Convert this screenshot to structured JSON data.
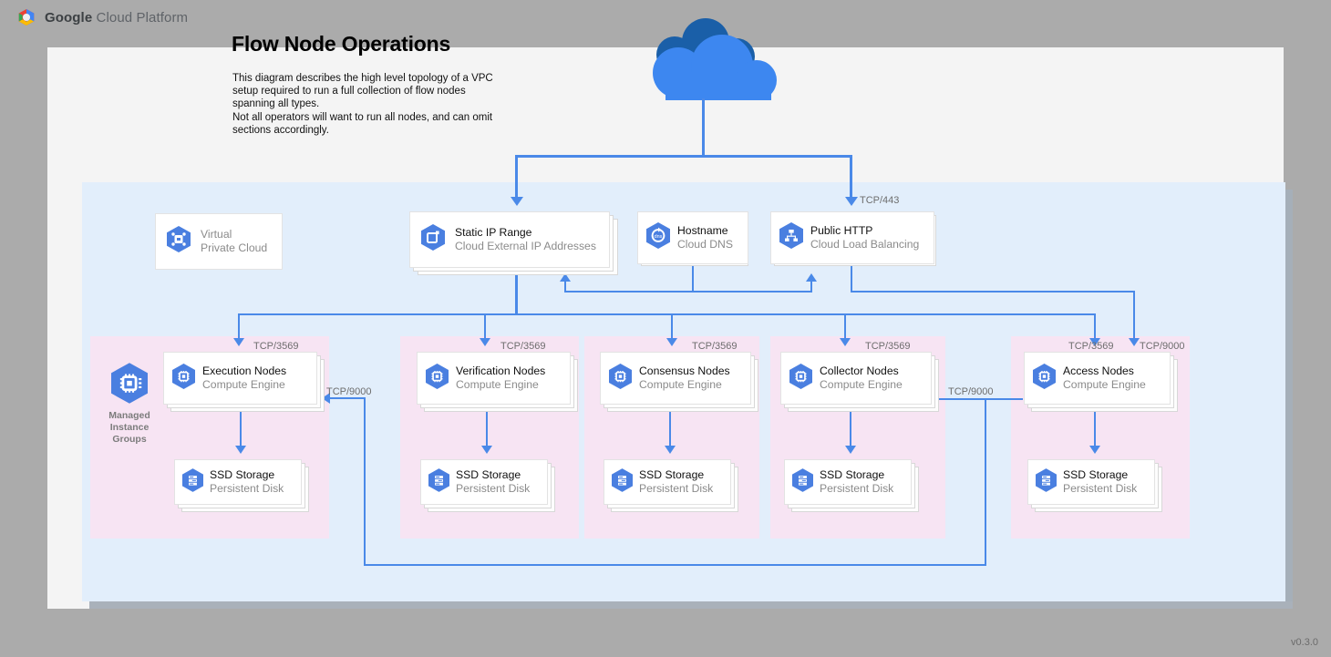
{
  "header": {
    "brand_bold": "Google",
    "brand_rest": " Cloud Platform",
    "logo_icon": "google-cloud-logo"
  },
  "title": "Flow Node Operations",
  "description": "This diagram describes the high level topology of a VPC setup required to run a full collection of flow nodes spanning all types.\nNot all operators will want to run all nodes, and can omit sections accordingly.",
  "version": "v0.3.0",
  "internet": {
    "icon": "cloud-icon",
    "label": ""
  },
  "top_nodes": [
    {
      "id": "vpc",
      "title": "Virtual",
      "subtitle": "Private Cloud",
      "icon": "virtual-private-cloud-icon",
      "muted": true
    },
    {
      "id": "static-ip",
      "title": "Static IP Range",
      "subtitle": "Cloud External IP Addresses",
      "icon": "external-ip-icon",
      "muted": false
    },
    {
      "id": "hostname",
      "title": "Hostname",
      "subtitle": "Cloud DNS",
      "icon": "cloud-dns-icon",
      "muted": false
    },
    {
      "id": "public-http",
      "title": "Public HTTP",
      "subtitle": "Cloud Load Balancing",
      "icon": "load-balancing-icon",
      "muted": false
    }
  ],
  "groups": [
    {
      "id": "execution",
      "label": "Managed\nInstance\nGroups",
      "has_label": true,
      "node": {
        "title": "Execution Nodes",
        "subtitle": "Compute Engine",
        "icon": "compute-engine-icon"
      },
      "storage": {
        "title": "SSD Storage",
        "subtitle": "Persistent Disk",
        "icon": "persistent-disk-icon"
      }
    },
    {
      "id": "verification",
      "label": "",
      "has_label": false,
      "node": {
        "title": "Verification Nodes",
        "subtitle": "Compute Engine",
        "icon": "compute-engine-icon"
      },
      "storage": {
        "title": "SSD Storage",
        "subtitle": "Persistent Disk",
        "icon": "persistent-disk-icon"
      }
    },
    {
      "id": "consensus",
      "label": "",
      "has_label": false,
      "node": {
        "title": "Consensus Nodes",
        "subtitle": "Compute Engine",
        "icon": "compute-engine-icon"
      },
      "storage": {
        "title": "SSD Storage",
        "subtitle": "Persistent Disk",
        "icon": "persistent-disk-icon"
      }
    },
    {
      "id": "collector",
      "label": "",
      "has_label": false,
      "node": {
        "title": "Collector Nodes",
        "subtitle": "Compute Engine",
        "icon": "compute-engine-icon"
      },
      "storage": {
        "title": "SSD Storage",
        "subtitle": "Persistent Disk",
        "icon": "persistent-disk-icon"
      }
    },
    {
      "id": "access",
      "label": "",
      "has_label": false,
      "node": {
        "title": "Access Nodes",
        "subtitle": "Compute Engine",
        "icon": "compute-engine-icon"
      },
      "storage": {
        "title": "SSD Storage",
        "subtitle": "Persistent Disk",
        "icon": "persistent-disk-icon"
      }
    }
  ],
  "port_labels": {
    "https": "TCP/443",
    "exec_in": "TCP/3569",
    "verif_in": "TCP/3569",
    "cons_in": "TCP/3569",
    "coll_in": "TCP/3569",
    "acc_in": "TCP/3569",
    "acc_9000": "TCP/9000",
    "coll_9000": "TCP/9000",
    "exec_9000": "TCP/9000"
  },
  "colors": {
    "connector": "#4a89e8",
    "vpc_panel": "#e2eefb",
    "group_panel": "#f7e4f3",
    "canvas": "#f4f4f4",
    "page_bg": "#ababab",
    "icon_blue": "#4a7fe0",
    "text_dark": "#111111",
    "text_muted": "#8b8b8b"
  }
}
